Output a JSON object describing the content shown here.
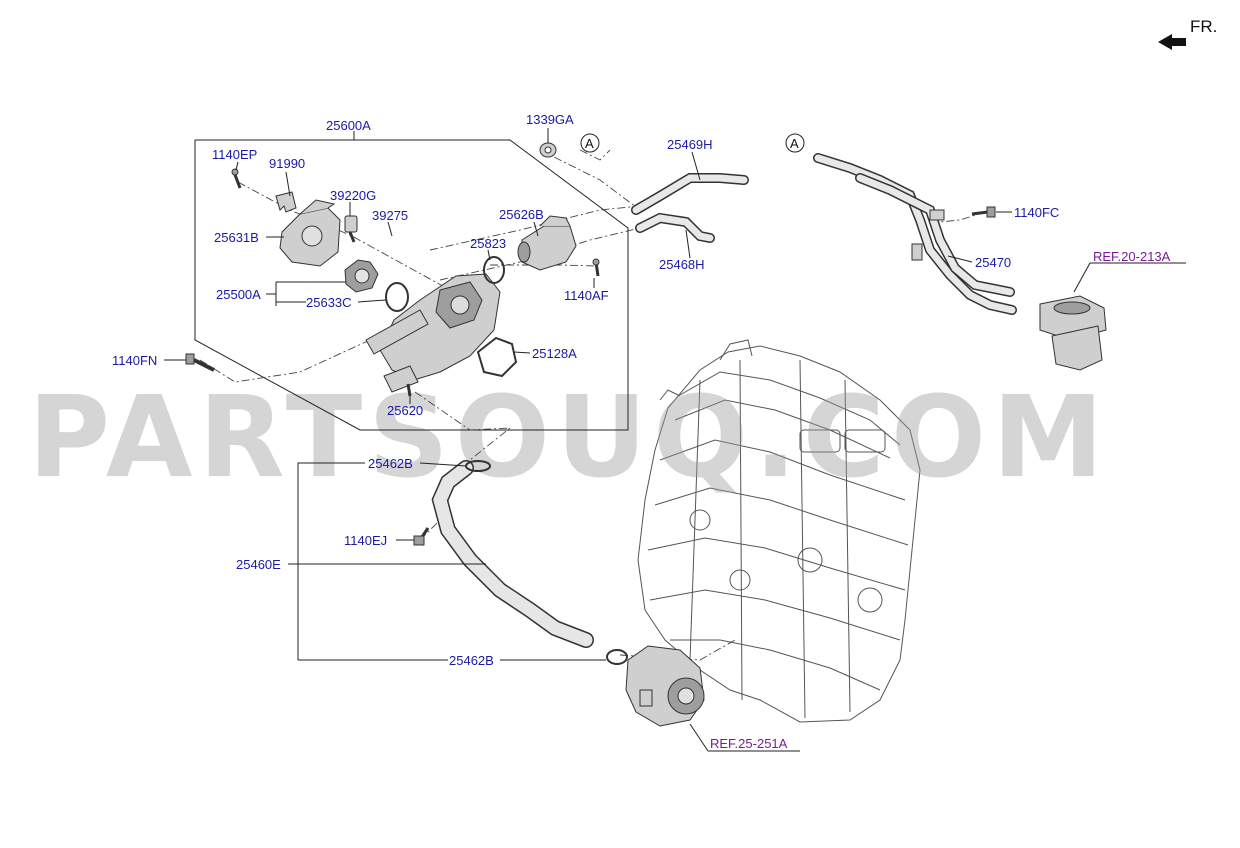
{
  "direction": {
    "label": "FR.",
    "icon": "front-arrow-icon"
  },
  "watermark": "PARTSOUQ.COM",
  "callouts": {
    "a_top": "A",
    "a_right": "A"
  },
  "parts": {
    "p25600A": "25600A",
    "p1339GA": "1339GA",
    "p25469H": "25469H",
    "p1140EP": "1140EP",
    "p91990": "91990",
    "p39220G": "39220G",
    "p39275": "39275",
    "p25626B": "25626B",
    "p25631B": "25631B",
    "p25823": "25823",
    "p25468H": "25468H",
    "p25500A": "25500A",
    "p25633C": "25633C",
    "p1140AF": "1140AF",
    "p1140FN": "1140FN",
    "p25128A": "25128A",
    "p25620": "25620",
    "p25462B_top": "25462B",
    "p1140EJ": "1140EJ",
    "p25460E": "25460E",
    "p25462B_bottom": "25462B",
    "p1140FC": "1140FC",
    "p25470": "25470"
  },
  "references": {
    "ref_oil_filter": "REF.20-213A",
    "ref_water_pump": "REF.25-251A"
  }
}
